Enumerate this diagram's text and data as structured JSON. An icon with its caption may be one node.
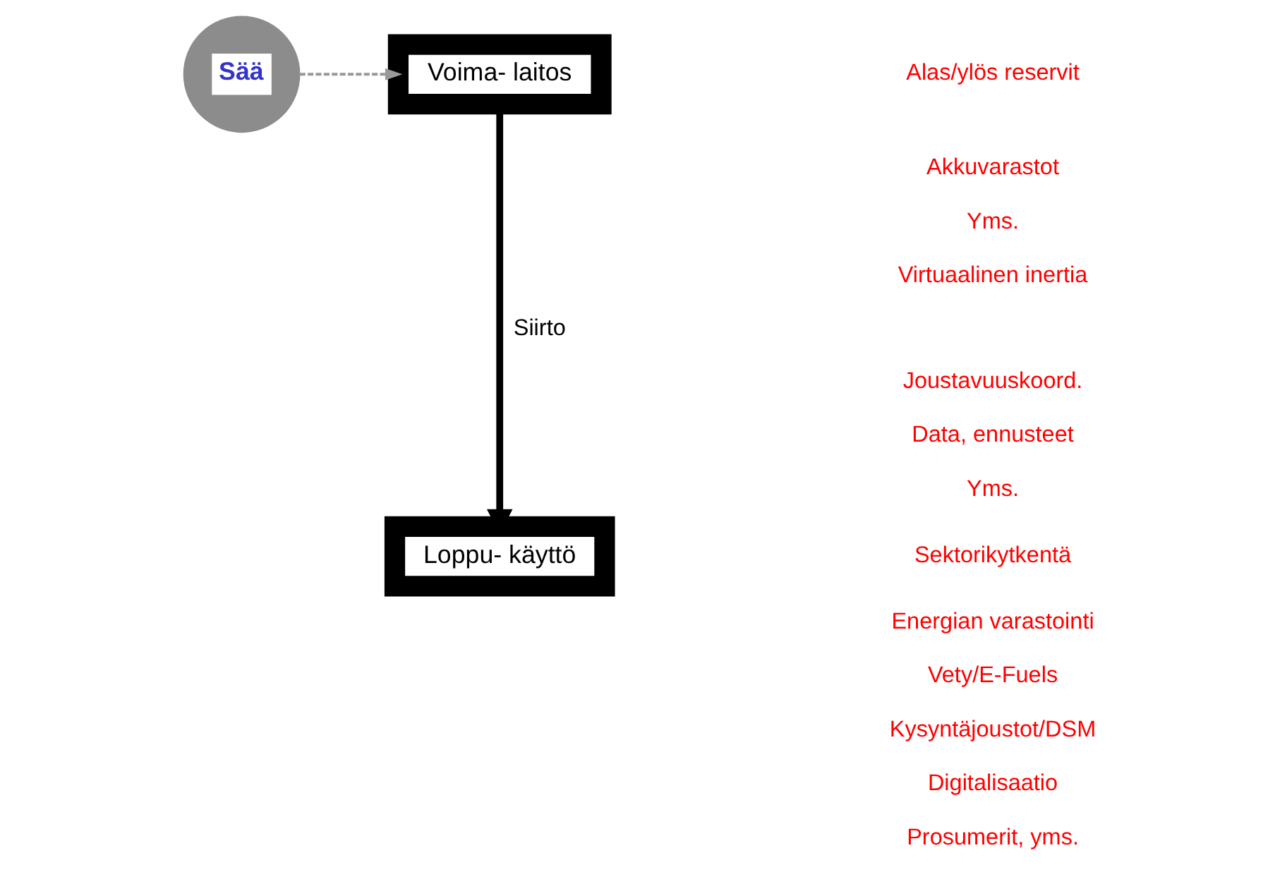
{
  "diagram": {
    "nodes": [
      {
        "text": [
          "Sää"
        ]
      },
      {
        "text": [
          "Voima- laitos"
        ]
      },
      {
        "text": [
          "Loppu- käyttö"
        ]
      }
    ],
    "edges": [
      {
        "from": 0,
        "to": 1,
        "arrow": "to",
        "style": "dashed",
        "color": "#999999"
      },
      {
        "from": 1,
        "to": 2,
        "arrow": "to",
        "label": "Siirto",
        "style": "thick",
        "color": "#000000"
      }
    ],
    "labels": [
      "Alas/ylös reservit",
      "Akkuvarastot",
      "Yms.",
      "Virtuaalinen inertia",
      "Joustavuuskoord.",
      "Data, ennusteet",
      "Yms.",
      "Sektorikytkentä",
      "Energian varastointi",
      "Vety/E-Fuels",
      "Kysyntäjoustot/DSM",
      "Digitalisaatio",
      "Prosumerit, yms."
    ]
  }
}
